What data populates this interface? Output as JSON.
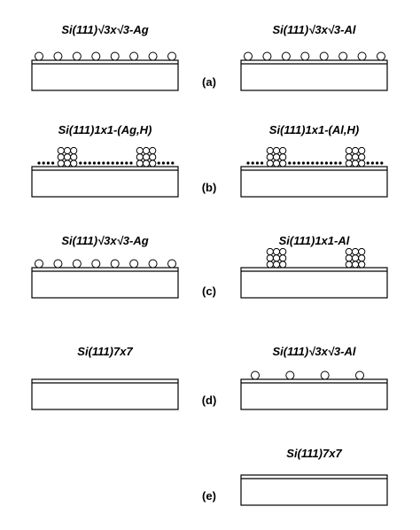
{
  "rows": [
    {
      "label": "(a)",
      "left": {
        "title": "Si(111)√3x√3-Ag",
        "adsorbate": "atoms",
        "count": 8
      },
      "right": {
        "title": "Si(111)√3x√3-Al",
        "adsorbate": "atoms",
        "count": 8
      }
    },
    {
      "label": "(b)",
      "left": {
        "title": "Si(111)1x1-(Ag,H)",
        "adsorbate": "islands-with-dots"
      },
      "right": {
        "title": "Si(111)1x1-(Al,H)",
        "adsorbate": "islands-with-dots"
      }
    },
    {
      "label": "(c)",
      "left": {
        "title": "Si(111)√3x√3-Ag",
        "adsorbate": "atoms",
        "count": 8
      },
      "right": {
        "title": "Si(111)1x1-Al",
        "adsorbate": "islands"
      }
    },
    {
      "label": "(d)",
      "left": {
        "title": "Si(111)7x7",
        "adsorbate": "none"
      },
      "right": {
        "title": "Si(111)√3x√3-Al",
        "adsorbate": "atoms",
        "count": 4
      }
    },
    {
      "label": "(e)",
      "left": null,
      "right": {
        "title": "Si(111)7x7",
        "adsorbate": "none"
      }
    }
  ]
}
